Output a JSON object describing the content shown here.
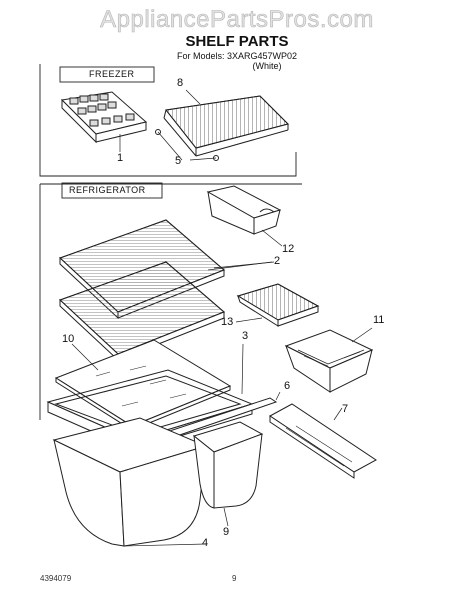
{
  "watermark": "AppliancePartsPros.com",
  "header": {
    "title": "SHELF PARTS",
    "models_line1": "For Models: 3XARG457WP02",
    "models_line2": "(White)"
  },
  "sections": {
    "freezer": "FREEZER",
    "refrigerator": "REFRIGERATOR"
  },
  "callouts": {
    "c1": "1",
    "c2": "2",
    "c3": "3",
    "c4": "4",
    "c5": "5",
    "c6": "6",
    "c7": "7",
    "c8": "8",
    "c9": "9",
    "c10": "10",
    "c11": "11",
    "c12": "12",
    "c13": "13"
  },
  "footer": {
    "doc_number": "4394079",
    "page_number": "9"
  }
}
